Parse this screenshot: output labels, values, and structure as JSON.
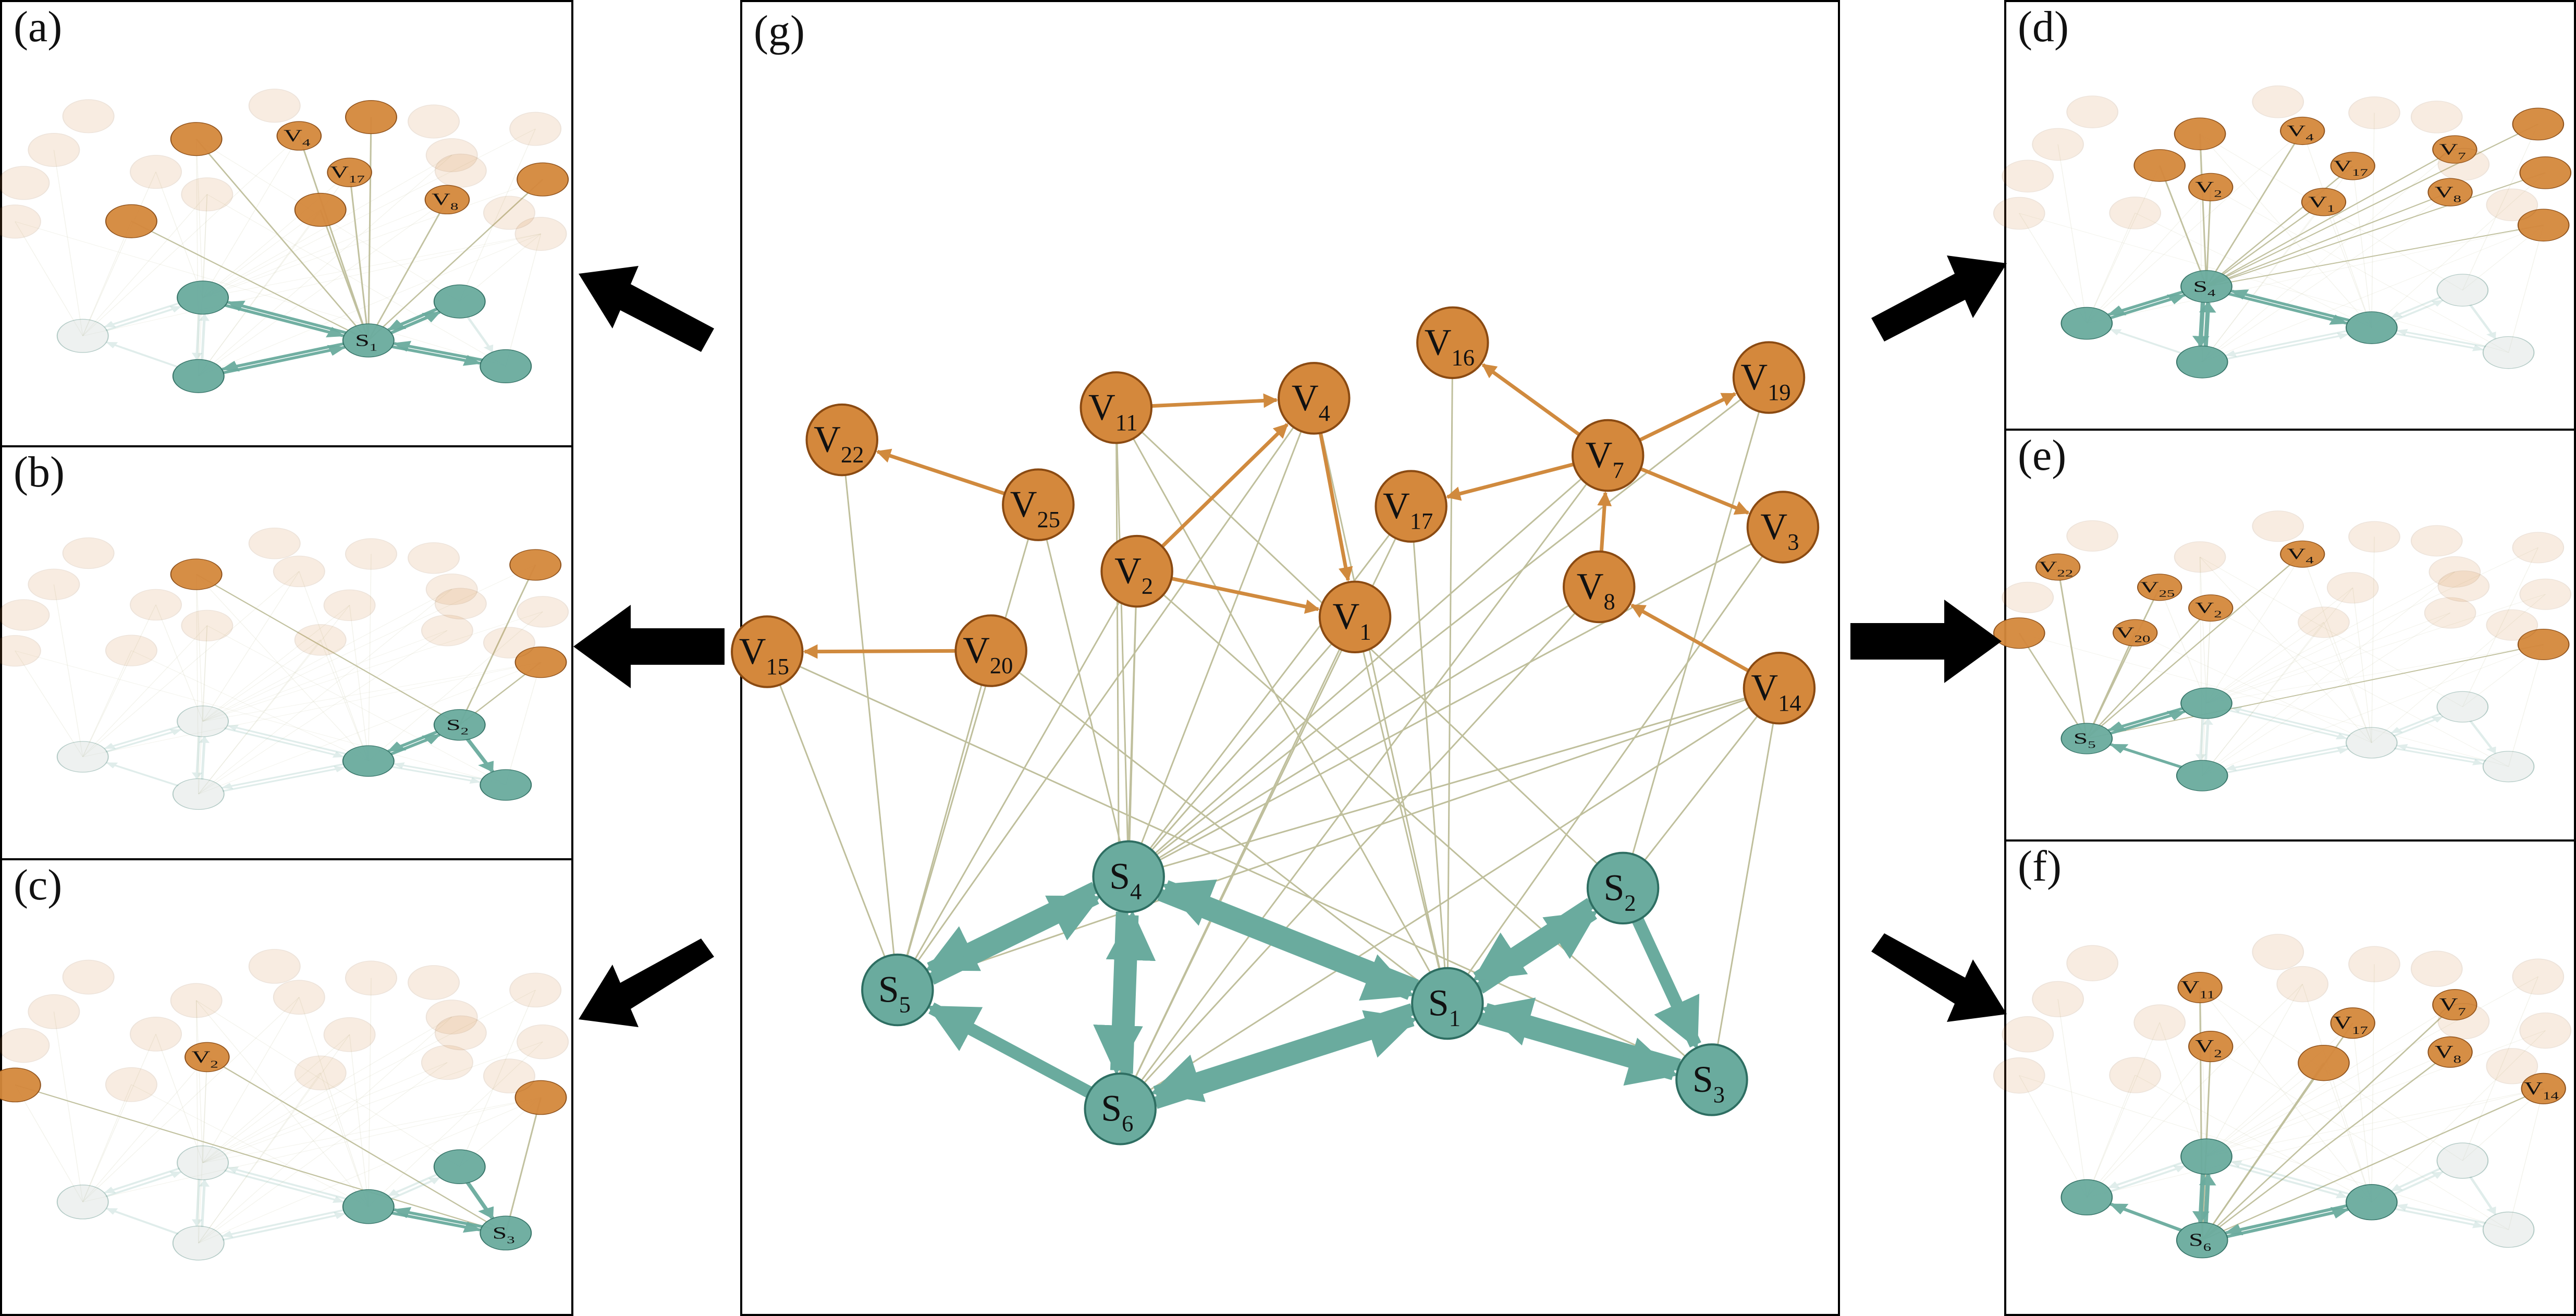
{
  "colors": {
    "v_fill": "#d4883c",
    "v_stroke": "#8a4a12",
    "s_fill": "#6aab9e",
    "s_stroke": "#2e6e62",
    "s_edge": "#6aab9e",
    "v_edge": "#d08a3e",
    "cross_edge": "#bfbf9c",
    "frame": "#000000",
    "arrow": "#000000"
  },
  "panels": {
    "g": {
      "label": "(g)"
    },
    "a": {
      "label": "(a)"
    },
    "b": {
      "label": "(b)"
    },
    "c": {
      "label": "(c)"
    },
    "d": {
      "label": "(d)"
    },
    "e": {
      "label": "(e)"
    },
    "f": {
      "label": "(f)"
    }
  },
  "main": {
    "s_nodes": [
      {
        "id": "S1",
        "base": "S",
        "sub": "1"
      },
      {
        "id": "S2",
        "base": "S",
        "sub": "2"
      },
      {
        "id": "S3",
        "base": "S",
        "sub": "3"
      },
      {
        "id": "S4",
        "base": "S",
        "sub": "4"
      },
      {
        "id": "S5",
        "base": "S",
        "sub": "5"
      },
      {
        "id": "S6",
        "base": "S",
        "sub": "6"
      }
    ],
    "v_nodes": [
      {
        "id": "V1",
        "base": "V",
        "sub": "1"
      },
      {
        "id": "V2",
        "base": "V",
        "sub": "2"
      },
      {
        "id": "V3",
        "base": "V",
        "sub": "3"
      },
      {
        "id": "V4",
        "base": "V",
        "sub": "4"
      },
      {
        "id": "V7",
        "base": "V",
        "sub": "7"
      },
      {
        "id": "V8",
        "base": "V",
        "sub": "8"
      },
      {
        "id": "V11",
        "base": "V",
        "sub": "11"
      },
      {
        "id": "V14",
        "base": "V",
        "sub": "14"
      },
      {
        "id": "V15",
        "base": "V",
        "sub": "15"
      },
      {
        "id": "V16",
        "base": "V",
        "sub": "16"
      },
      {
        "id": "V17",
        "base": "V",
        "sub": "17"
      },
      {
        "id": "V19",
        "base": "V",
        "sub": "19"
      },
      {
        "id": "V20",
        "base": "V",
        "sub": "20"
      },
      {
        "id": "V22",
        "base": "V",
        "sub": "22"
      },
      {
        "id": "V25",
        "base": "V",
        "sub": "25"
      }
    ],
    "s_edges": [
      [
        "S4",
        "S5"
      ],
      [
        "S5",
        "S4"
      ],
      [
        "S4",
        "S6"
      ],
      [
        "S6",
        "S4"
      ],
      [
        "S1",
        "S4"
      ],
      [
        "S4",
        "S1"
      ],
      [
        "S6",
        "S1"
      ],
      [
        "S1",
        "S6"
      ],
      [
        "S6",
        "S5"
      ],
      [
        "S1",
        "S2"
      ],
      [
        "S2",
        "S1"
      ],
      [
        "S2",
        "S3"
      ],
      [
        "S1",
        "S3"
      ],
      [
        "S3",
        "S1"
      ]
    ],
    "v_edges": [
      [
        "V11",
        "V4"
      ],
      [
        "V2",
        "V4"
      ],
      [
        "V2",
        "V1"
      ],
      [
        "V4",
        "V1"
      ],
      [
        "V25",
        "V22"
      ],
      [
        "V20",
        "V15"
      ],
      [
        "V7",
        "V16"
      ],
      [
        "V7",
        "V19"
      ],
      [
        "V7",
        "V17"
      ],
      [
        "V7",
        "V3"
      ],
      [
        "V8",
        "V7"
      ],
      [
        "V14",
        "V8"
      ]
    ],
    "cross_edges": [
      [
        "S4",
        "V11"
      ],
      [
        "S4",
        "V2"
      ],
      [
        "S4",
        "V4"
      ],
      [
        "S4",
        "V17"
      ],
      [
        "S4",
        "V7"
      ],
      [
        "S4",
        "V8"
      ],
      [
        "S4",
        "V1"
      ],
      [
        "S4",
        "V25"
      ],
      [
        "S5",
        "V22"
      ],
      [
        "S5",
        "V20"
      ],
      [
        "S5",
        "V25"
      ],
      [
        "S5",
        "V2"
      ],
      [
        "S5",
        "V4"
      ],
      [
        "S5",
        "V15"
      ],
      [
        "S5",
        "V14"
      ],
      [
        "S6",
        "V2"
      ],
      [
        "S6",
        "V7"
      ],
      [
        "S6",
        "V8"
      ],
      [
        "S6",
        "V11"
      ],
      [
        "S6",
        "V17"
      ],
      [
        "S6",
        "V14"
      ],
      [
        "S6",
        "V1"
      ],
      [
        "S1",
        "V1"
      ],
      [
        "S1",
        "V16"
      ],
      [
        "S1",
        "V11"
      ],
      [
        "S1",
        "V17"
      ],
      [
        "S1",
        "V3"
      ],
      [
        "S1",
        "V4"
      ],
      [
        "S1",
        "V20"
      ],
      [
        "S2",
        "V11"
      ],
      [
        "S2",
        "V14"
      ],
      [
        "S2",
        "V19"
      ],
      [
        "S3",
        "V14"
      ],
      [
        "S3",
        "V2"
      ],
      [
        "S3",
        "V15"
      ],
      [
        "S4",
        "V14"
      ],
      [
        "S4",
        "V3"
      ],
      [
        "S4",
        "V19"
      ]
    ]
  },
  "subpanels": {
    "a": {
      "focus": "S1",
      "s_labels": [
        {
          "id": "S1",
          "base": "S",
          "sub": "1"
        }
      ],
      "v_labels": [
        {
          "id": "V4",
          "base": "V",
          "sub": "4"
        },
        {
          "id": "V17",
          "base": "V",
          "sub": "17"
        },
        {
          "id": "V8",
          "base": "V",
          "sub": "8"
        }
      ]
    },
    "b": {
      "focus": "S2",
      "s_labels": [
        {
          "id": "S2",
          "base": "S",
          "sub": "2"
        }
      ],
      "v_labels": []
    },
    "c": {
      "focus": "S3",
      "s_labels": [
        {
          "id": "S3",
          "base": "S",
          "sub": "3"
        }
      ],
      "v_labels": [
        {
          "id": "V2",
          "base": "V",
          "sub": "2"
        }
      ]
    },
    "d": {
      "focus": "S4",
      "s_labels": [
        {
          "id": "S4",
          "base": "S",
          "sub": "4"
        }
      ],
      "v_labels": [
        {
          "id": "V4",
          "base": "V",
          "sub": "4"
        },
        {
          "id": "V7",
          "base": "V",
          "sub": "7"
        },
        {
          "id": "V17",
          "base": "V",
          "sub": "17"
        },
        {
          "id": "V2",
          "base": "V",
          "sub": "2"
        },
        {
          "id": "V1",
          "base": "V",
          "sub": "1"
        },
        {
          "id": "V8",
          "base": "V",
          "sub": "8"
        }
      ]
    },
    "e": {
      "focus": "S5",
      "s_labels": [
        {
          "id": "S5",
          "base": "S",
          "sub": "5"
        }
      ],
      "v_labels": [
        {
          "id": "V22",
          "base": "V",
          "sub": "22"
        },
        {
          "id": "V4",
          "base": "V",
          "sub": "4"
        },
        {
          "id": "V25",
          "base": "V",
          "sub": "25"
        },
        {
          "id": "V2",
          "base": "V",
          "sub": "2"
        },
        {
          "id": "V20",
          "base": "V",
          "sub": "20"
        }
      ]
    },
    "f": {
      "focus": "S6",
      "s_labels": [
        {
          "id": "S6",
          "base": "S",
          "sub": "6"
        }
      ],
      "v_labels": [
        {
          "id": "V11",
          "base": "V",
          "sub": "11"
        },
        {
          "id": "V7",
          "base": "V",
          "sub": "7"
        },
        {
          "id": "V17",
          "base": "V",
          "sub": "17"
        },
        {
          "id": "V2",
          "base": "V",
          "sub": "2"
        },
        {
          "id": "V8",
          "base": "V",
          "sub": "8"
        },
        {
          "id": "V14",
          "base": "V",
          "sub": "14"
        }
      ]
    }
  }
}
